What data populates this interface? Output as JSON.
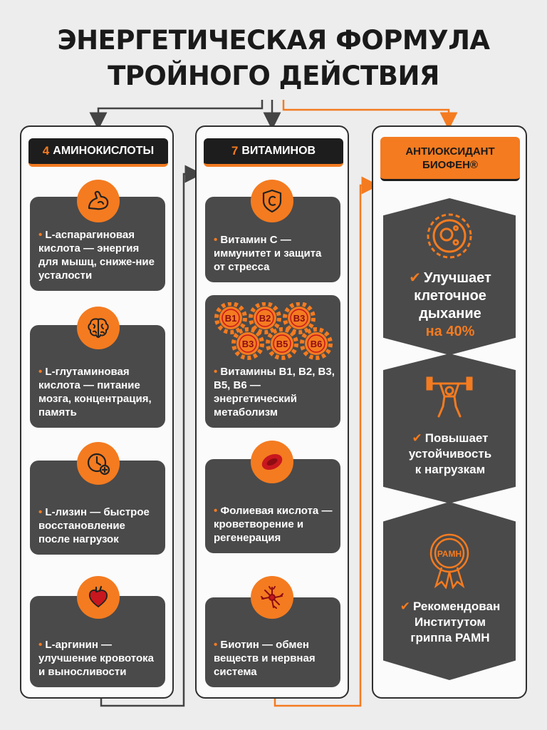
{
  "title": {
    "line1": "ЭНЕРГЕТИЧЕСКАЯ ФОРМУЛА",
    "line2": "ТРОЙНОГО ДЕЙСТВИЯ"
  },
  "columns": [
    {
      "header_num": "4",
      "header_text": "АМИНОКИСЛОТЫ",
      "items": [
        {
          "icon": "muscle-icon",
          "text": "L-аспарагиновая кислота — энергия для мышц, сниже-ние усталости"
        },
        {
          "icon": "brain-icon",
          "text": "L-глутаминовая кислота — питание мозга, концентрация, память"
        },
        {
          "icon": "recovery-clock-icon",
          "text": "L-лизин — быстрое восстановление после нагрузок"
        },
        {
          "icon": "heart-icon",
          "text": "L-аргинин — улучшение кровотока и выносливости"
        }
      ]
    },
    {
      "header_num": "7",
      "header_text": "ВИТАМИНОВ",
      "items": [
        {
          "icon": "shield-c-icon",
          "text": "Витамин С — иммунитет и защита от стресса"
        },
        {
          "icon": "gears-b-icon",
          "text": "Витамины B1, B2, B3, B5, B6 — энергетический метаболизм",
          "gears": [
            "B1",
            "B2",
            "B3",
            "B3",
            "B5",
            "B6"
          ]
        },
        {
          "icon": "red-blood-cell-icon",
          "text": "Фолиевая кислота — кроветворение и регенерация"
        },
        {
          "icon": "neuron-icon",
          "text": "Биотин — обмен веществ и нервная система"
        }
      ]
    },
    {
      "header_line1": "АНТИОКСИДАНТ",
      "header_line2": "БИОФЕН®",
      "items": [
        {
          "icon": "cell-icon",
          "text_lines": [
            "Улучшает",
            "клеточное",
            "дыхание"
          ],
          "highlight": "на 40%"
        },
        {
          "icon": "weightlifter-icon",
          "text_lines": [
            "Повышает",
            "устойчивость",
            "к нагрузкам"
          ]
        },
        {
          "icon": "badge-icon",
          "badge_text": "РАМН",
          "text_lines": [
            "Рекомендован",
            "Институтом",
            "гриппа РАМН"
          ]
        }
      ]
    }
  ],
  "colors": {
    "accent": "#f47b20",
    "dark": "#1d1d1d",
    "card": "#4a4a4a",
    "background": "#ededed"
  }
}
